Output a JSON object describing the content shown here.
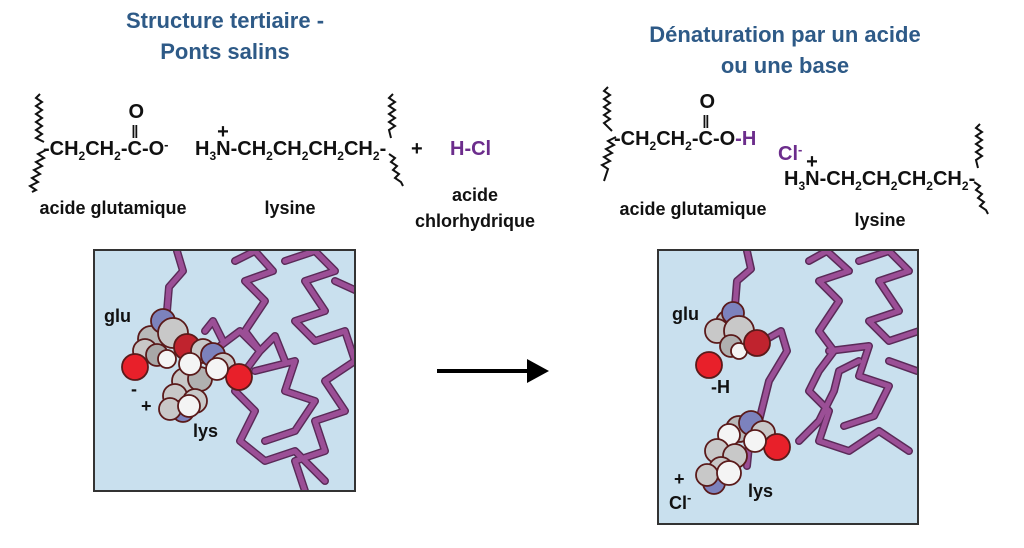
{
  "left": {
    "title_line1": "Structure tertiaire -",
    "title_line2": "Ponts salins",
    "formula": {
      "glutamate": "-CH2CH2-C(=O)-O⁻",
      "lysine": "H3N⁺-CH2CH2CH2CH2-",
      "plus": "+",
      "reagent": "H-Cl"
    },
    "labels": {
      "glutamate": "acide glutamique",
      "lysine": "lysine",
      "reagent_line1": "acide",
      "reagent_line2": "chlorhydrique"
    },
    "panel": {
      "glu_label": "glu",
      "lys_label": "lys",
      "minus_label": "-",
      "plus_label": "+"
    }
  },
  "right": {
    "title_line1": "Dénaturation par un acide",
    "title_line2": "ou une base",
    "formula": {
      "glutamate": "-CH2CH2-C(=O)-O-H",
      "chloride": "Cl⁻",
      "lysine": "H3N⁺-CH2CH2CH2CH2-"
    },
    "labels": {
      "glutamate": "acide glutamique",
      "lysine": "lysine"
    },
    "panel": {
      "glu_label": "glu",
      "h_label": "-H",
      "plus_label": "+",
      "cl_label": "Cl",
      "cl_charge": "-",
      "lys_label": "lys"
    }
  },
  "arrow": {
    "direction": "right",
    "icon": "arrow-right-icon"
  },
  "colors": {
    "title": "#2e5a87",
    "highlight": "#6c2d8c",
    "panel_bg": "#c9e0ee",
    "backbone": "#9b4f96",
    "oxygen": "#e8202a",
    "oxygen_dark": "#c0232e",
    "nitrogen": "#7c82bd",
    "carbon": "#c8c8c8",
    "hydrogen": "#f4f4f4",
    "atom_outline": "#5a1a1a"
  }
}
